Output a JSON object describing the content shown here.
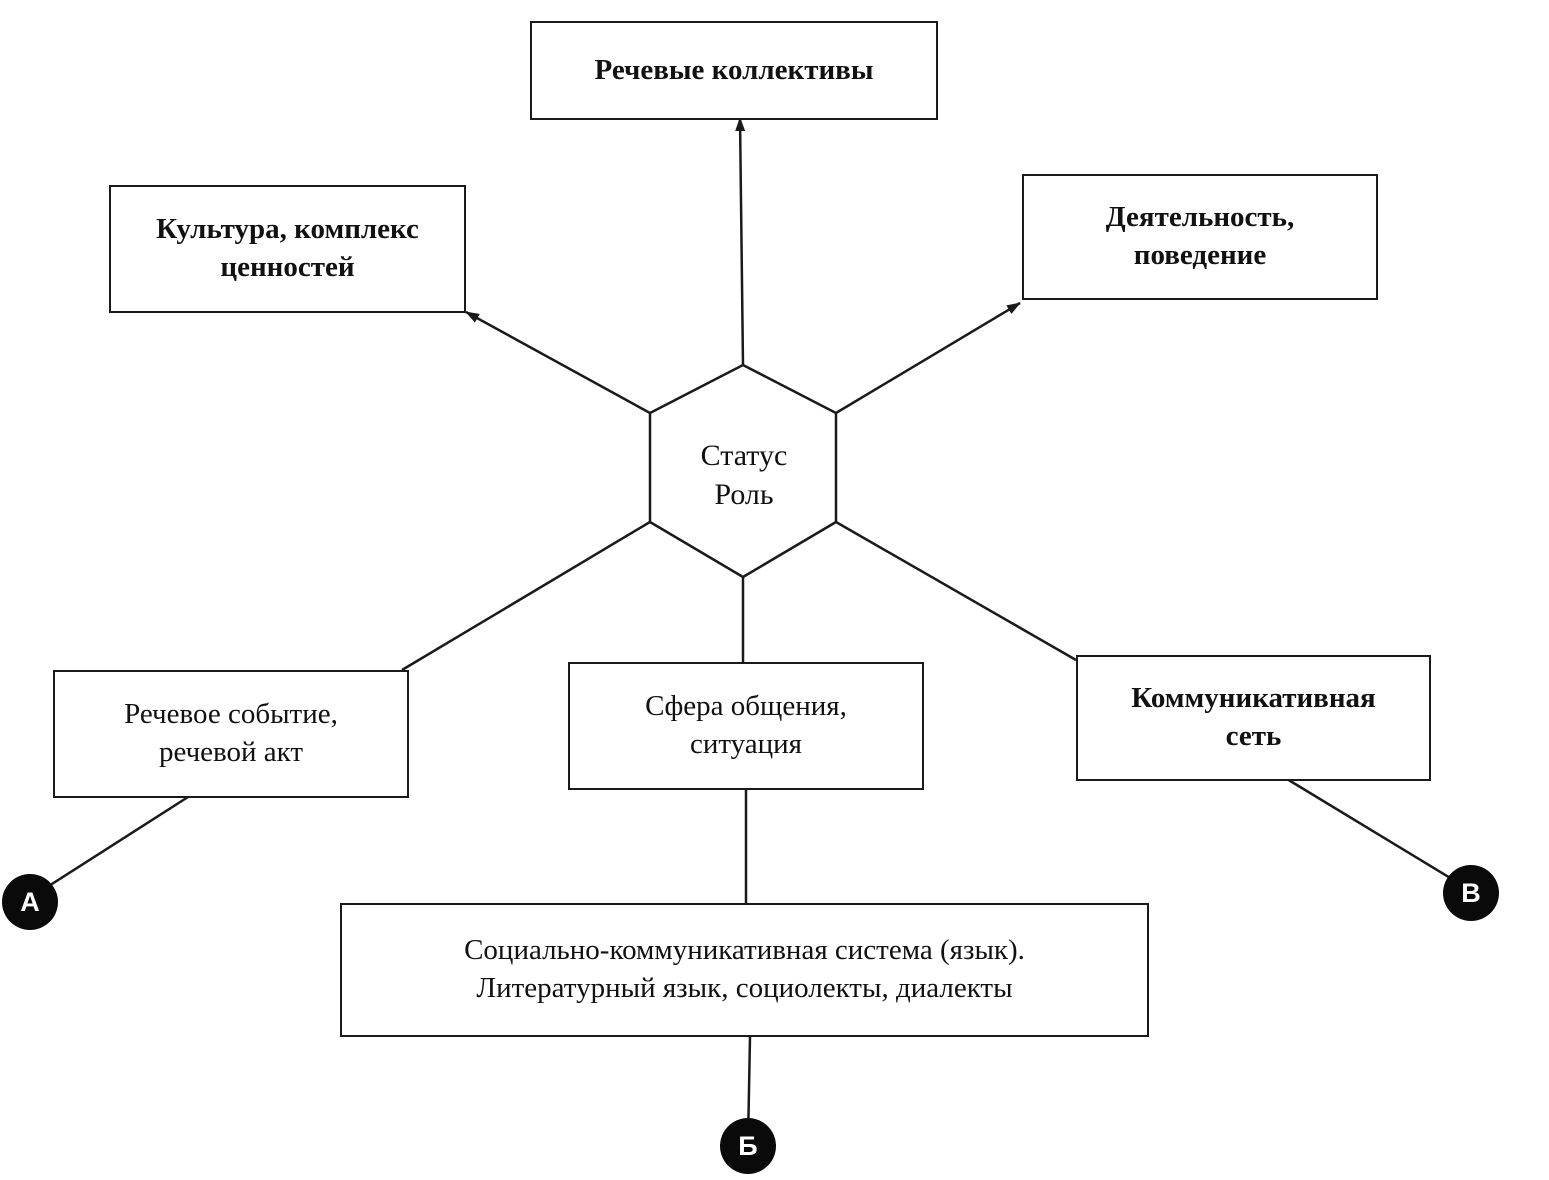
{
  "center": {
    "line1": "Статус",
    "line2": "Роль"
  },
  "boxes": {
    "speech_communities": {
      "line1": "Речевые коллективы"
    },
    "culture": {
      "line1": "Культура, комплекс",
      "line2": "ценностей"
    },
    "activity": {
      "line1": "Деятельность,",
      "line2": "поведение"
    },
    "speech_event": {
      "line1": "Речевое событие,",
      "line2": "речевой акт"
    },
    "sphere": {
      "line1": "Сфера общения,",
      "line2": "ситуация"
    },
    "network": {
      "line1": "Коммуникативная",
      "line2": "сеть"
    },
    "system": {
      "line1": "Социально-коммуникативная система (язык).",
      "line2": "Литературный язык, социолекты, диалекты"
    }
  },
  "markers": {
    "a": "А",
    "b": "Б",
    "v": "В"
  },
  "colors": {
    "line": "#1a1a1a",
    "marker_fill": "#0a0a0a",
    "marker_text": "#ffffff"
  }
}
